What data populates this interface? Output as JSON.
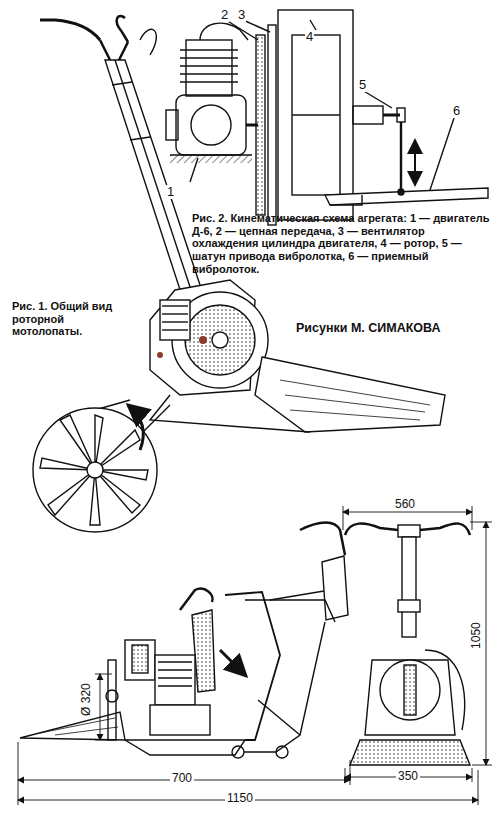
{
  "diagram": {
    "labels": [
      "1",
      "2",
      "3",
      "4",
      "5",
      "6",
      "Рис. 2. Кинематическая схема агрегата: 1 — двигатель Д-6, 2 — цепная передача, 3 — вентилятор охлаждения цилиндра двигателя, 4 — ротор, 5 — шатун привода вибролотка, 6 — приемный вибролоток.",
      "Рис. 1. Общий вид роторной мотолопаты.",
      "Рисунки М. СИМАКОВА",
      "560",
      "1050",
      "Ø 320",
      "700",
      "1150",
      "350"
    ]
  }
}
